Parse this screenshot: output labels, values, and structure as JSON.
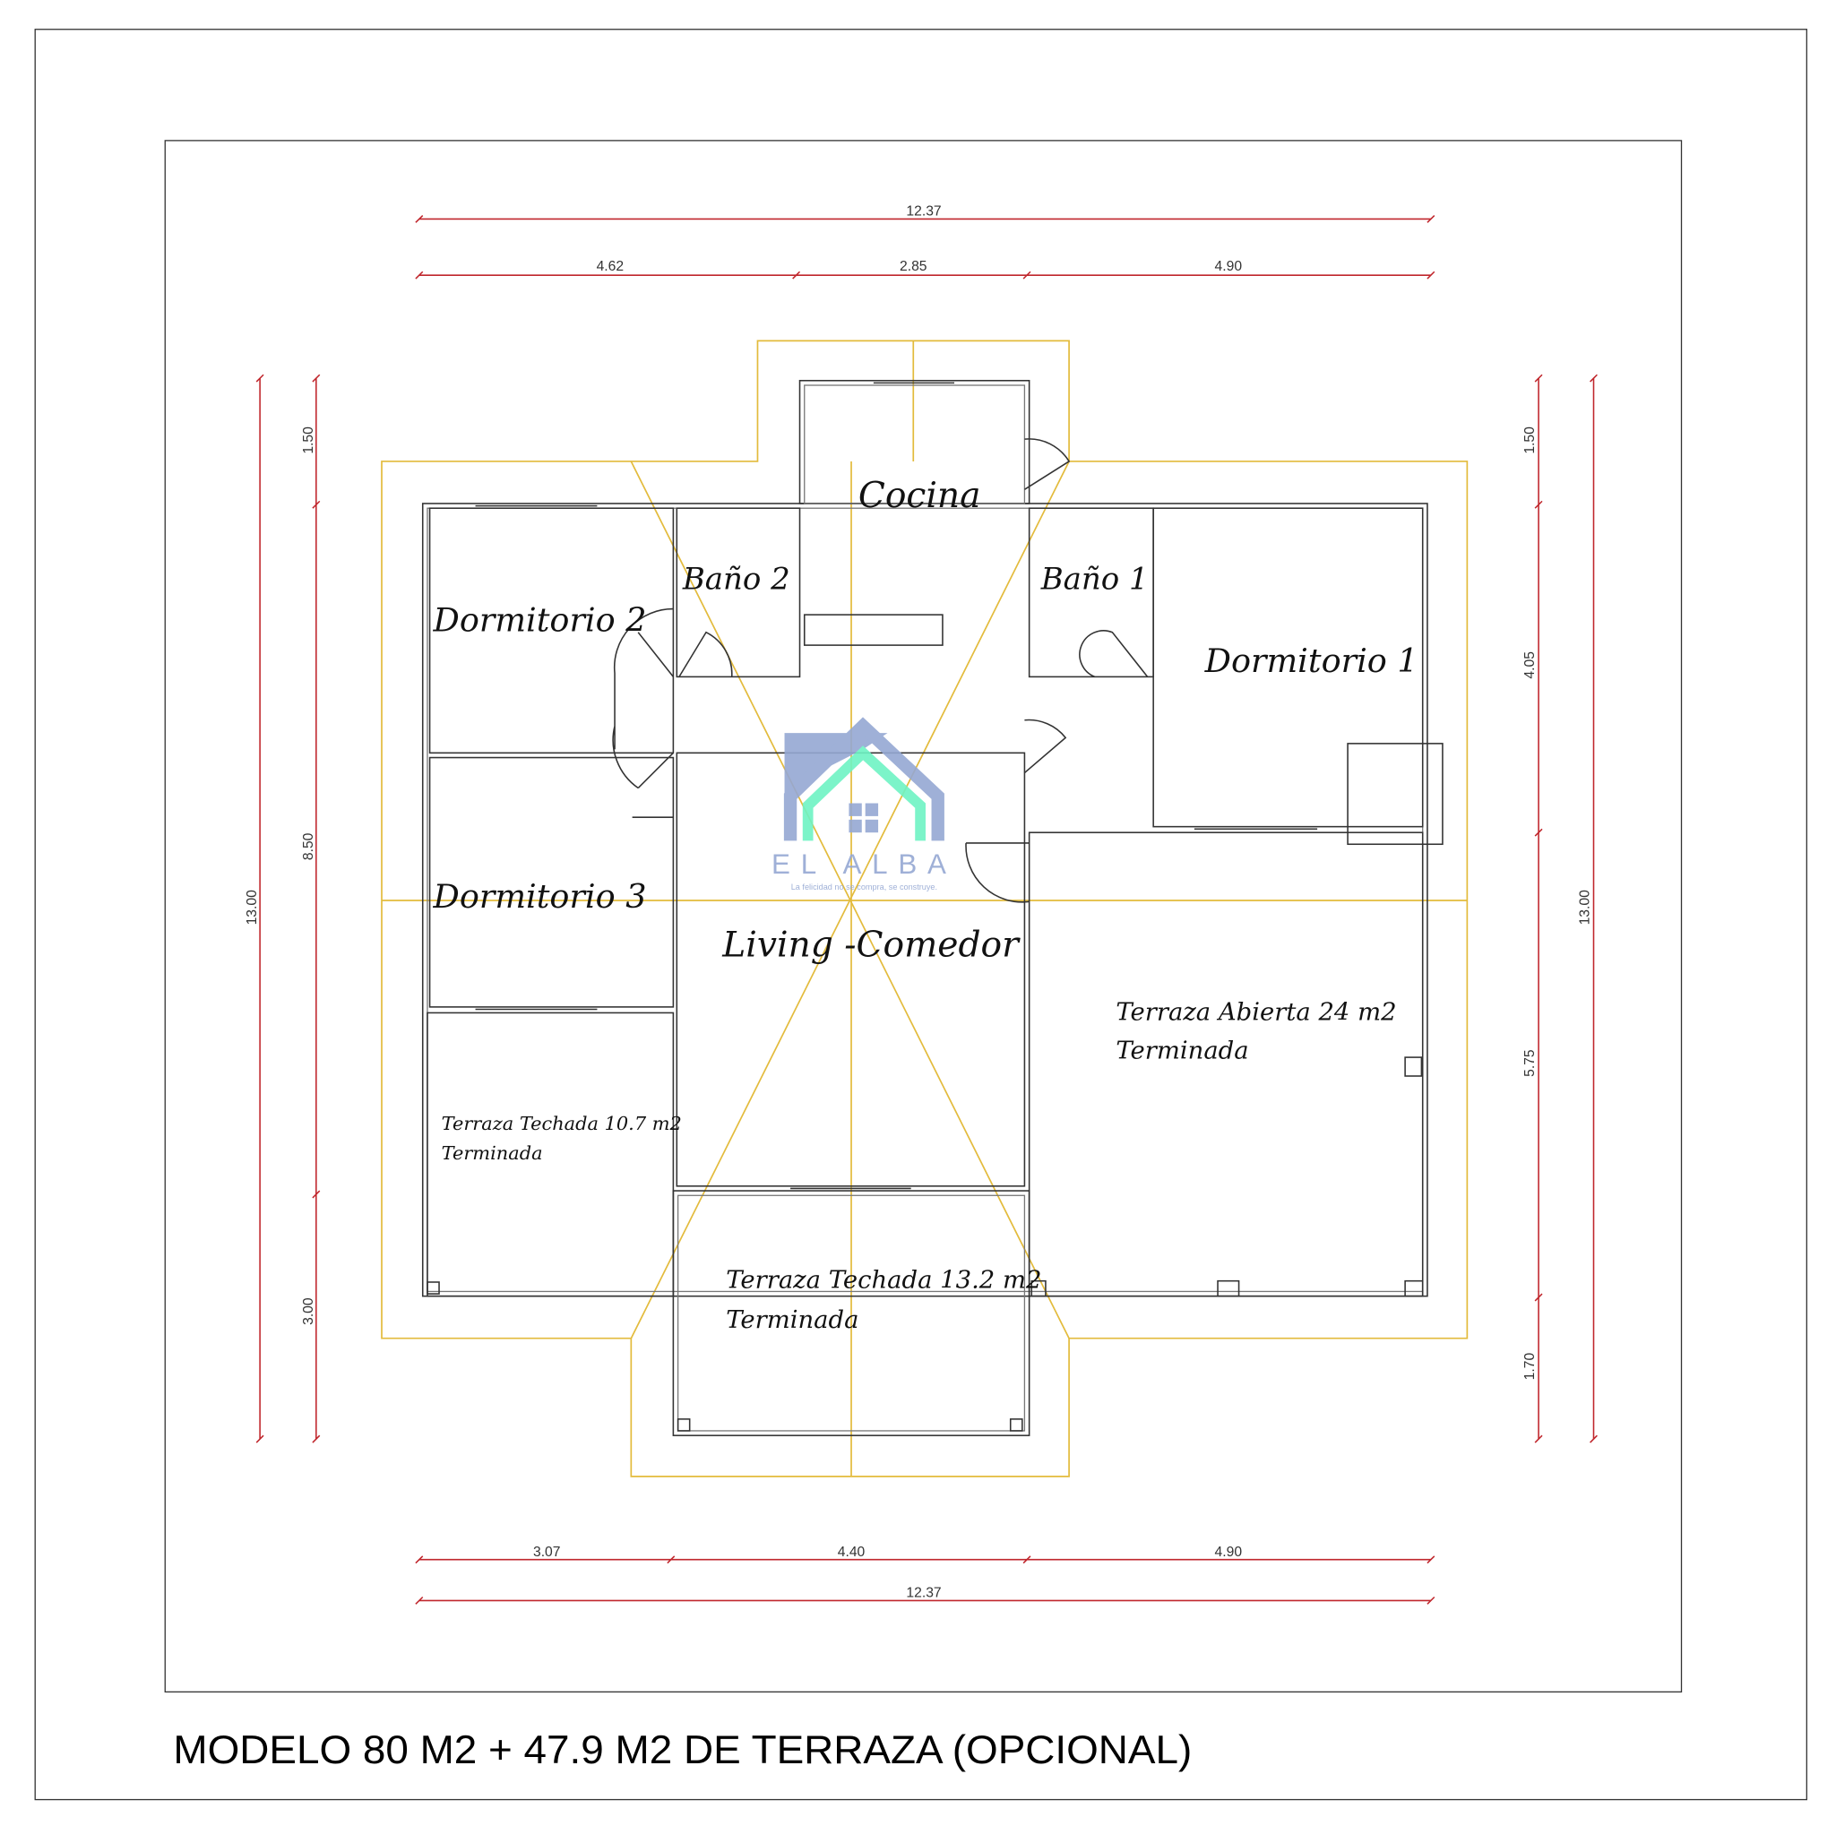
{
  "title": "MODELO 80 M2 + 47.9 M2 DE TERRAZA (OPCIONAL)",
  "logo": {
    "name": "EL ALBA",
    "tagline": "La felicidad no se compra, se construye.",
    "primary_color": "#95a8d3",
    "accent_color": "#6ef3c4"
  },
  "rooms": {
    "cocina": "Cocina",
    "bano2": "Baño 2",
    "bano1": "Baño 1",
    "dorm2": "Dormitorio 2",
    "dorm1": "Dormitorio 1",
    "dorm3": "Dormitorio 3",
    "living": "Living -Comedor",
    "terraza_abierta": [
      "Terraza Abierta 24 m2",
      "Terminada"
    ],
    "terraza_10": [
      "Terraza Techada 10.7 m2",
      "Terminada"
    ],
    "terraza_13": [
      "Terraza Techada 13.2 m2",
      "Terminada"
    ]
  },
  "dimensions": {
    "top_total": "12.37",
    "top": [
      "4.62",
      "2.85",
      "4.90"
    ],
    "bottom": [
      "3.07",
      "4.40",
      "4.90"
    ],
    "bottom_total": "12.37",
    "left_total": "13.00",
    "left": [
      "1.50",
      "8.50",
      "3.00"
    ],
    "right": [
      "1.50",
      "4.05",
      "5.75",
      "1.70"
    ],
    "right_total": "13.00"
  },
  "colors": {
    "dimension": "#c0262c",
    "roof": "#e3bb3c"
  }
}
